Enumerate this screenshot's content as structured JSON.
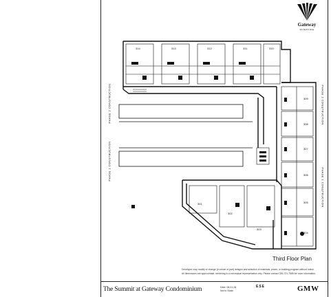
{
  "brand": {
    "logo_name": "Gateway",
    "logo_sub": "RIVERSIDE",
    "logo_icon": "fan-triangle-logo-icon"
  },
  "plan": {
    "title": "Third Floor Plan",
    "phase_labels": {
      "left_upper": "PHASE 2 CONSTRUCTION",
      "left_lower": "PHASE 1 CONSTRUCTION",
      "right_upper": "PHASE 2 CONSTRUCTION",
      "right_lower": "PHASE 1 CONSTRUCTION"
    },
    "units_top": [
      "314",
      "313",
      "312",
      "311",
      "310"
    ],
    "units_right": [
      "309",
      "308",
      "307",
      "306",
      "305",
      "304"
    ],
    "units_bottom": [
      "301",
      "302",
      "303"
    ]
  },
  "disclaimer": {
    "line1": "Developer may modify or change (in whole or part) designs and selection of materials, prices, or building program without notice.",
    "line2": "All dimensions are approximate; rendering is a conceptual representation only. Please contact 336-721-7585 for more information."
  },
  "footer": {
    "project_title": "The Summit at Gateway Condominium",
    "date": "Date: 08-01-06",
    "revision": "Not to Scale",
    "brand_mark": "ESE",
    "architect": "GMW"
  }
}
